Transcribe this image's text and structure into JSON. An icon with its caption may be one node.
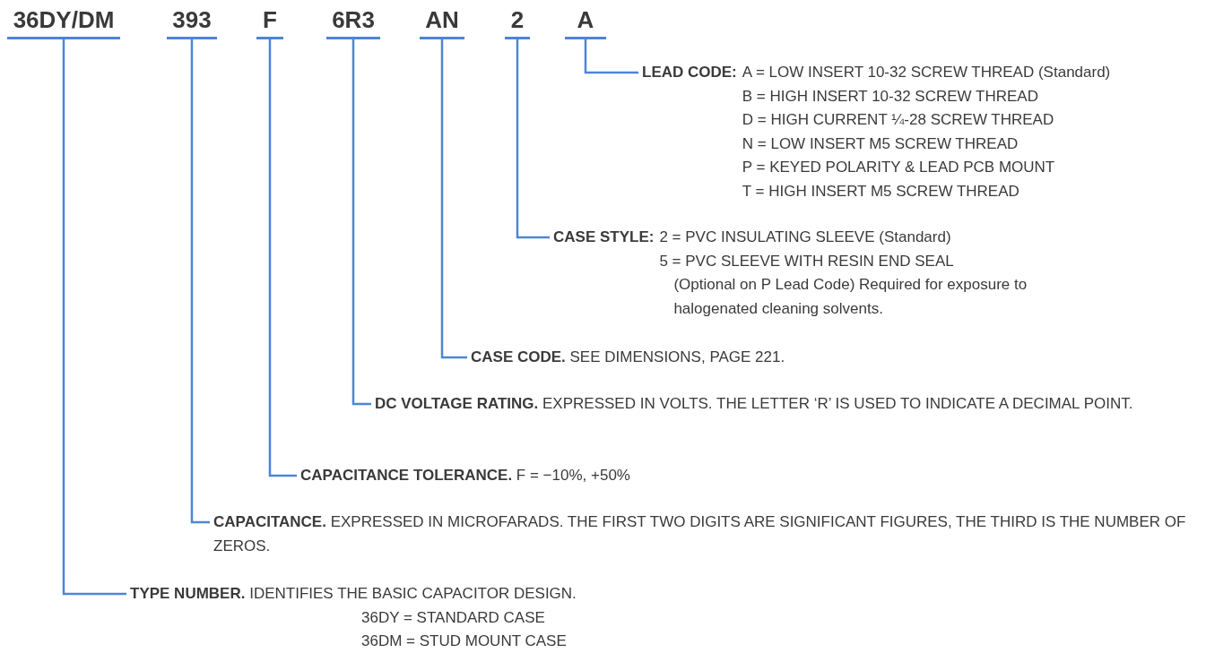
{
  "diagram": {
    "nodes": [
      {
        "text": [
          "36DY/DM"
        ]
      },
      {
        "text": [
          "393"
        ]
      },
      {
        "text": [
          "F"
        ]
      },
      {
        "text": [
          "6R3"
        ]
      },
      {
        "text": [
          "AN"
        ]
      },
      {
        "text": [
          "2"
        ]
      },
      {
        "text": [
          "A"
        ]
      },
      {
        "text": [
          "LEAD CODE:",
          "A = LOW INSERT 10-32 SCREW THREAD (Standard)",
          "B = HIGH INSERT 10-32 SCREW THREAD",
          "D = HIGH CURRENT ¼-28 SCREW THREAD",
          "N = LOW INSERT M5 SCREW THREAD",
          "P = KEYED POLARITY & LEAD PCB MOUNT",
          "T = HIGH INSERT M5 SCREW THREAD"
        ]
      },
      {
        "text": [
          "CASE STYLE:",
          "2 = PVC INSULATING SLEEVE (Standard)",
          "5 = PVC SLEEVE WITH RESIN END SEAL",
          "(Optional on P Lead Code) Required for exposure to halogenated cleaning solvents."
        ]
      },
      {
        "text": [
          "CASE CODE.",
          "SEE DIMENSIONS, PAGE 221."
        ]
      },
      {
        "text": [
          "DC VOLTAGE RATING.",
          "EXPRESSED IN VOLTS. THE LETTER ‘R’ IS USED TO INDICATE A DECIMAL POINT."
        ]
      },
      {
        "text": [
          "CAPACITANCE TOLERANCE.",
          "F = −10%, +50%"
        ]
      },
      {
        "text": [
          "CAPACITANCE.",
          "EXPRESSED IN MICROFARADS. THE FIRST TWO DIGITS ARE SIGNIFICANT FIGURES, THE THIRD IS THE NUMBER OF ZEROS."
        ]
      },
      {
        "text": [
          "TYPE NUMBER.",
          "IDENTIFIES THE BASIC CAPACITOR DESIGN.",
          "36DY = STANDARD CASE",
          "36DM = STUD MOUNT CASE"
        ]
      }
    ],
    "edges": [
      {
        "from": 6,
        "to": 7,
        "arrow": "none"
      },
      {
        "from": 5,
        "to": 8,
        "arrow": "none"
      },
      {
        "from": 4,
        "to": 9,
        "arrow": "none"
      },
      {
        "from": 3,
        "to": 10,
        "arrow": "none"
      },
      {
        "from": 2,
        "to": 11,
        "arrow": "none"
      },
      {
        "from": 1,
        "to": 12,
        "arrow": "none"
      },
      {
        "from": 0,
        "to": 13,
        "arrow": "none"
      }
    ]
  }
}
